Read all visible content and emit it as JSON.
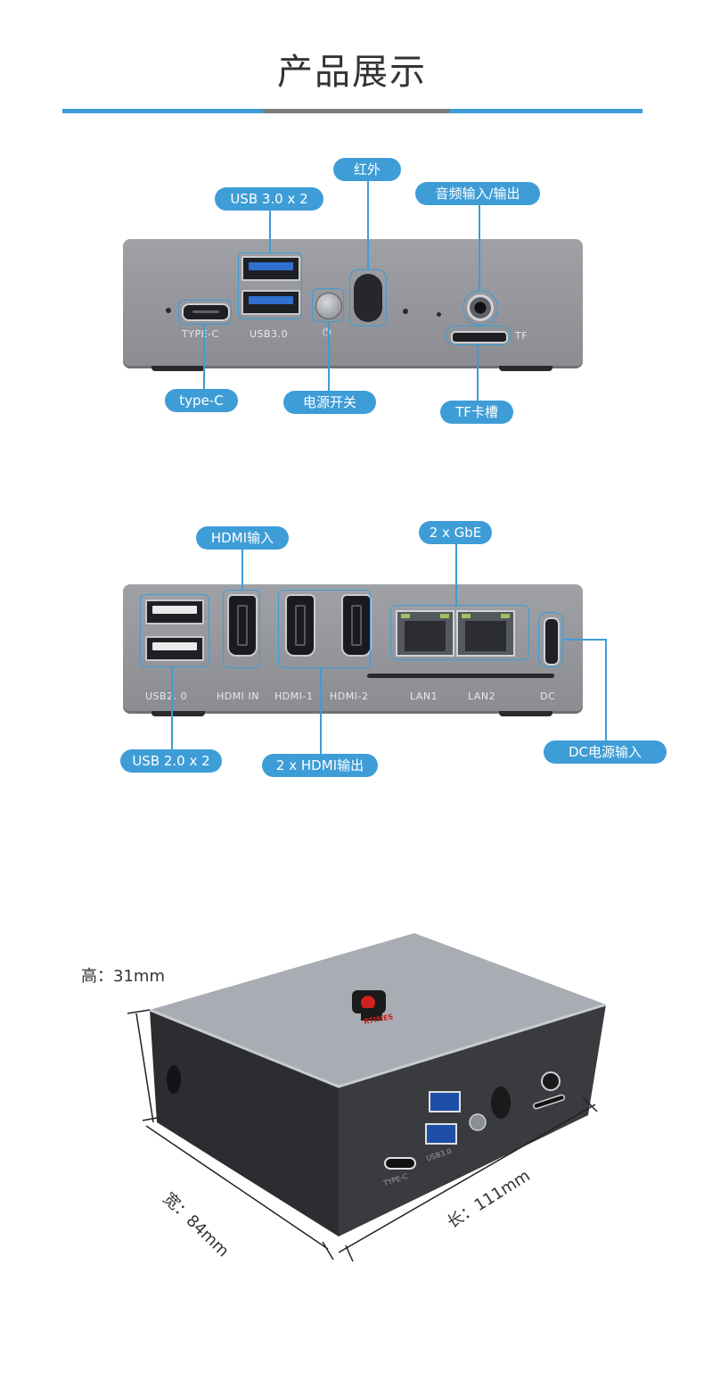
{
  "header": {
    "title": "产品展示"
  },
  "front_panel": {
    "callouts": {
      "usb3": "USB 3.0 x 2",
      "ir": "红外",
      "audio": "音频输入/输出",
      "typec": "type-C",
      "power": "电源开关",
      "tf": "TF卡槽"
    },
    "printed_labels": {
      "typec": "TYPE-C",
      "usb3": "USB3.0",
      "power_symbol": "⏻",
      "tf": "TF"
    }
  },
  "rear_panel": {
    "callouts": {
      "hdmi_in": "HDMI输入",
      "gbe": "2 x GbE",
      "usb2": "USB 2.0 x 2",
      "hdmi_out": "2 x HDMI输出",
      "dc": "DC电源输入"
    },
    "printed_labels": {
      "usb2": "USB2. 0",
      "hdmi_in": "HDMI IN",
      "hdmi1": "HDMI-1",
      "hdmi2": "HDMI-2",
      "lan1": "LAN1",
      "lan2": "LAN2",
      "dc": "DC"
    }
  },
  "dimensions": {
    "height": "高：31mm",
    "width": "宽：84mm",
    "length": "长：111mm"
  },
  "product_photo": {
    "brand_logo": "RTIMES",
    "printed_labels": {
      "typec": "TYPE-C",
      "usb3": "USB3.0"
    }
  },
  "colors": {
    "accent": "#3e9dd6",
    "title_bar_mid": "#7c7c7c",
    "device_body": "#95979c"
  }
}
